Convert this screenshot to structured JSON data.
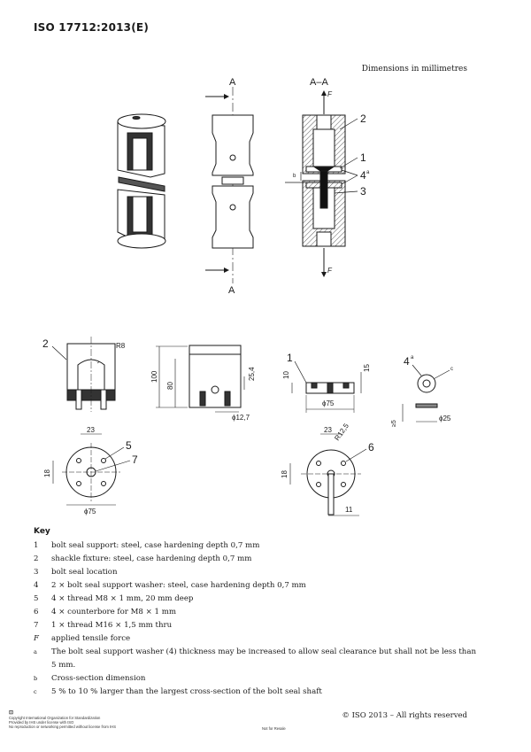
{
  "header": {
    "standard": "ISO 17712:2013(E)"
  },
  "figure": {
    "dims_note": "Dimensions in millimetres",
    "section_label": "A",
    "section_view_label": "A–A",
    "force_symbol": "F",
    "callouts": {
      "c1": "1",
      "c2": "2",
      "c3": "3",
      "c4": "4",
      "c4_note": "a",
      "c5": "5",
      "c6": "6",
      "c7": "7",
      "note_b": "b",
      "note_c": "c"
    },
    "dimensions": {
      "d_r8": "R8",
      "d_100": "100",
      "d_80": "80",
      "d_25_4": "25,4",
      "d_phi12_7": "ϕ12,7",
      "d_23a": "23",
      "d_18a": "18",
      "d_phi75a": "ϕ75",
      "d_10": "10",
      "d_15": "15",
      "d_phi75b": "ϕ75",
      "d_23b": "23",
      "d_r12_5": "R12,5",
      "d_18b": "18",
      "d_11": "11",
      "d_ge5": "≥5",
      "d_phi25": "ϕ25"
    }
  },
  "key": {
    "title": "Key",
    "items": [
      {
        "sym": "1",
        "text": "bolt seal support: steel, case hardening depth 0,7 mm"
      },
      {
        "sym": "2",
        "text": "shackle fixture: steel, case hardening depth 0,7 mm"
      },
      {
        "sym": "3",
        "text": "bolt seal location"
      },
      {
        "sym": "4",
        "text": "2 × bolt seal support washer: steel, case hardening depth 0,7 mm"
      },
      {
        "sym": "5",
        "text": "4 × thread M8 × 1 mm, 20 mm deep"
      },
      {
        "sym": "6",
        "text": "4 × counterbore for M8 × 1 mm"
      },
      {
        "sym": "7",
        "text": "1 × thread M16 × 1,5 mm thru"
      },
      {
        "sym": "F",
        "text": "applied tensile force"
      }
    ],
    "notes": [
      {
        "sym": "a",
        "text": "The bolt seal support washer (4) thickness may be increased to allow seal clearance but shall not be less than 5 mm."
      },
      {
        "sym": "b",
        "text": "Cross-section dimension"
      },
      {
        "sym": "c",
        "text": "5 % to 10 % larger than the largest cross-section of the bolt seal shaft"
      }
    ]
  },
  "footer": {
    "copyright": "© ISO 2013 – All rights reserved",
    "ihs_lines": [
      "Copyright International Organization for Standardization",
      "Provided by IHS under license with ISO",
      "No reproduction or networking permitted without license from IHS"
    ],
    "not_for_resale": "Not for Resale"
  }
}
